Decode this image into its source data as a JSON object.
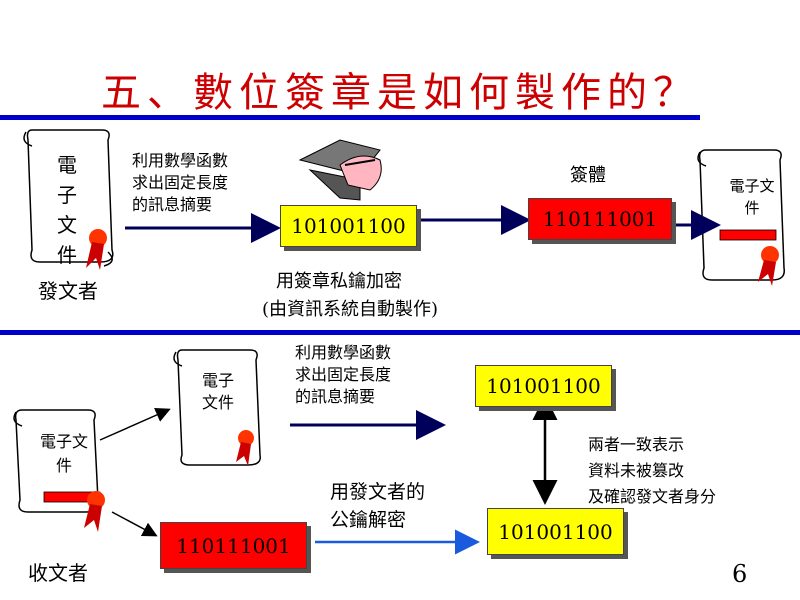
{
  "title": "五、數位簽章是如何製作的？",
  "top": {
    "sender_doc_label": "電子文件",
    "sender_label": "發文者",
    "hash_desc": [
      "利用數學函數",
      "求出固定長度",
      "的訊息摘要"
    ],
    "digest_value": "101001100",
    "signature_label": "簽體",
    "signature_value": "110111001",
    "encrypt_desc": [
      "用簽章私鑰加密",
      "(由資訊系統自動製作)"
    ],
    "signed_doc_label": "電子文件"
  },
  "bottom": {
    "received_doc_label": "電子文件",
    "doc_label": "電子文件",
    "receiver_label": "收文者",
    "hash_desc": [
      "利用數學函數",
      "求出固定長度",
      "的訊息摘要"
    ],
    "digest_value_1": "101001100",
    "signature_value": "110111001",
    "decrypt_desc": [
      "用發文者的",
      "公鑰解密"
    ],
    "digest_value_2": "101001100",
    "compare_desc": [
      "兩者一致表示",
      "資料未被篡改",
      "及確認發文者身分"
    ]
  },
  "page_number": "6",
  "colors": {
    "title": "#cc0000",
    "rule": "#0000cc",
    "digest_box": "#ffff00",
    "signature_box": "#ff0000",
    "arrow": "#00005a"
  }
}
